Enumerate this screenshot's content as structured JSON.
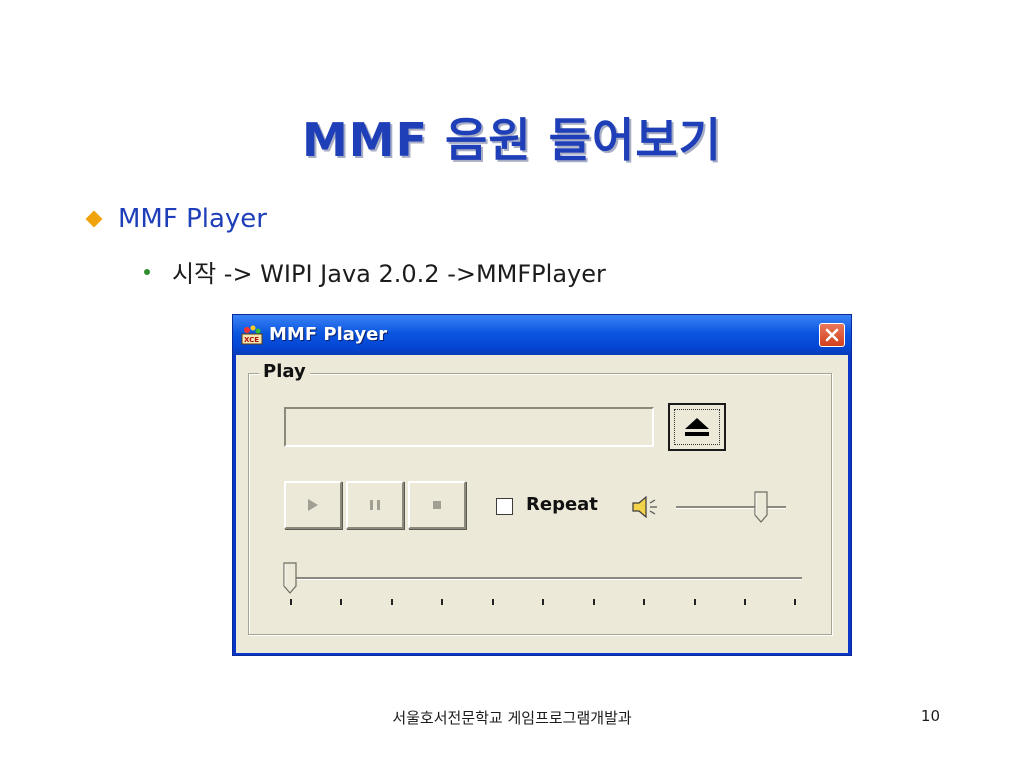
{
  "slide": {
    "title": "MMF 음원 들어보기",
    "bullet_1": "MMF Player",
    "bullet_2": "시작 -> WIPI Java 2.0.2 ->MMFPlayer",
    "footer": "서울호서전문학교 게임프로그램개발과",
    "page_number": "10"
  },
  "window": {
    "title": "MMF Player",
    "app_icon": "xce-app-icon",
    "close_icon": "close-x-icon",
    "group_label": "Play",
    "file_path_value": "",
    "eject_icon": "eject-icon",
    "buttons": [
      {
        "name": "play-button",
        "icon": "play-icon"
      },
      {
        "name": "pause-button",
        "icon": "pause-icon"
      },
      {
        "name": "stop-button",
        "icon": "stop-icon"
      }
    ],
    "repeat_label": "Repeat",
    "repeat_checked": false,
    "volume_icon": "speaker-icon",
    "volume_level": 0.8,
    "seek_position": 0.0,
    "seek_ticks": 11
  },
  "colors": {
    "title_blue": "#1f3fb8",
    "bullet_diamond": "#f0a30a",
    "bullet_dot": "#2f8f2f",
    "window_face": "#ece9d8",
    "titlebar_blue": "#0b56e0",
    "close_red": "#d2401e"
  }
}
